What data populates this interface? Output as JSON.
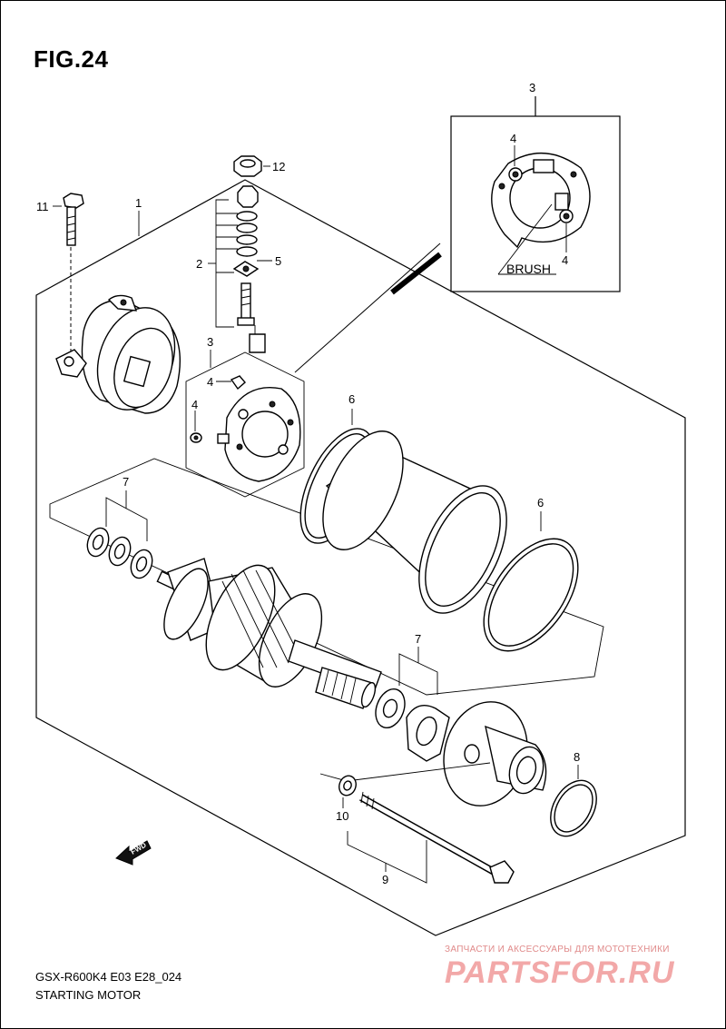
{
  "figure": {
    "title": "FIG.24",
    "model_code": "GSX-R600K4 E03 E28_024",
    "section_name": "STARTING MOTOR"
  },
  "callouts": {
    "c1": "1",
    "c2": "2",
    "c3_inset": "3",
    "c3_main": "3",
    "c4_inset_top": "4",
    "c4_inset_right": "4",
    "c4_main_a": "4",
    "c4_main_b": "4",
    "c5": "5",
    "c6_top": "6",
    "c6_right": "6",
    "c7_left": "7",
    "c7_right": "7",
    "c8": "8",
    "c9": "9",
    "c10": "10",
    "c11": "11",
    "c12": "12"
  },
  "inset": {
    "brush_label": "BRUSH"
  },
  "direction": {
    "label": "FWD"
  },
  "watermark": {
    "caption": "ЗАПЧАСТИ И АКСЕССУАРЫ ДЛЯ МОТОТЕХНИКИ",
    "logo": "PARTSFOR.RU"
  }
}
